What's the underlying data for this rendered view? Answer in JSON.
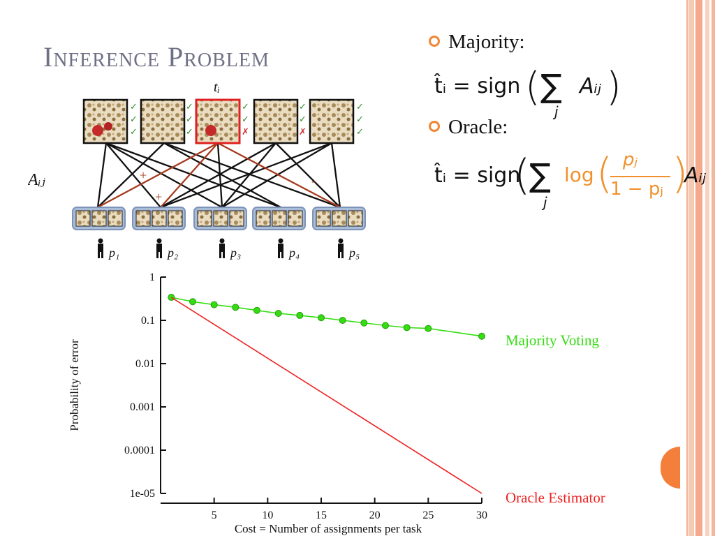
{
  "slide": {
    "title": "Inference Problem",
    "bullets": [
      {
        "label": "Majority:"
      },
      {
        "label": "Oracle:"
      }
    ],
    "formula_majority": {
      "lhs": "t̂ᵢ = sign",
      "sub": "j",
      "term": "Aᵢⱼ"
    },
    "formula_oracle": {
      "lhs": "t̂ᵢ = sign",
      "sub": "j",
      "log": "log",
      "num": "pⱼ",
      "den": "1 − pⱼ",
      "term": "Aᵢⱼ"
    }
  },
  "diagram": {
    "task_label": "tᵢ",
    "edge_label": "Aᵢⱼ",
    "plus_label": "+",
    "minus_label": "-",
    "workers": [
      "p₁",
      "p₂",
      "p₃",
      "p₄",
      "p₅"
    ],
    "check_mark": "✓",
    "cross_mark": "✗"
  },
  "chart_data": {
    "type": "line",
    "xlabel": "Cost = Number of assignments per task",
    "ylabel": "Probability of error",
    "yscale": "log",
    "xlim": [
      0,
      30
    ],
    "ylim": [
      1e-05,
      1
    ],
    "xticks": [
      5,
      10,
      15,
      20,
      25,
      30
    ],
    "yticks": [
      {
        "value": 1,
        "label": "1"
      },
      {
        "value": 0.1,
        "label": "0.1"
      },
      {
        "value": 0.01,
        "label": "0.01"
      },
      {
        "value": 0.001,
        "label": "0.001"
      },
      {
        "value": 0.0001,
        "label": "0.0001"
      },
      {
        "value": 1e-05,
        "label": "1e-05"
      }
    ],
    "series": [
      {
        "name": "Majority Voting",
        "color": "#33dd11",
        "markers": true,
        "x": [
          1,
          3,
          5,
          7,
          9,
          11,
          13,
          15,
          17,
          19,
          21,
          23,
          25,
          30
        ],
        "y": [
          0.34,
          0.27,
          0.23,
          0.2,
          0.17,
          0.145,
          0.13,
          0.115,
          0.1,
          0.087,
          0.076,
          0.068,
          0.065,
          0.043
        ]
      },
      {
        "name": "Oracle Estimator",
        "color": "#ee2222",
        "markers": false,
        "x": [
          1,
          30
        ],
        "y": [
          0.34,
          1e-05
        ]
      }
    ]
  }
}
